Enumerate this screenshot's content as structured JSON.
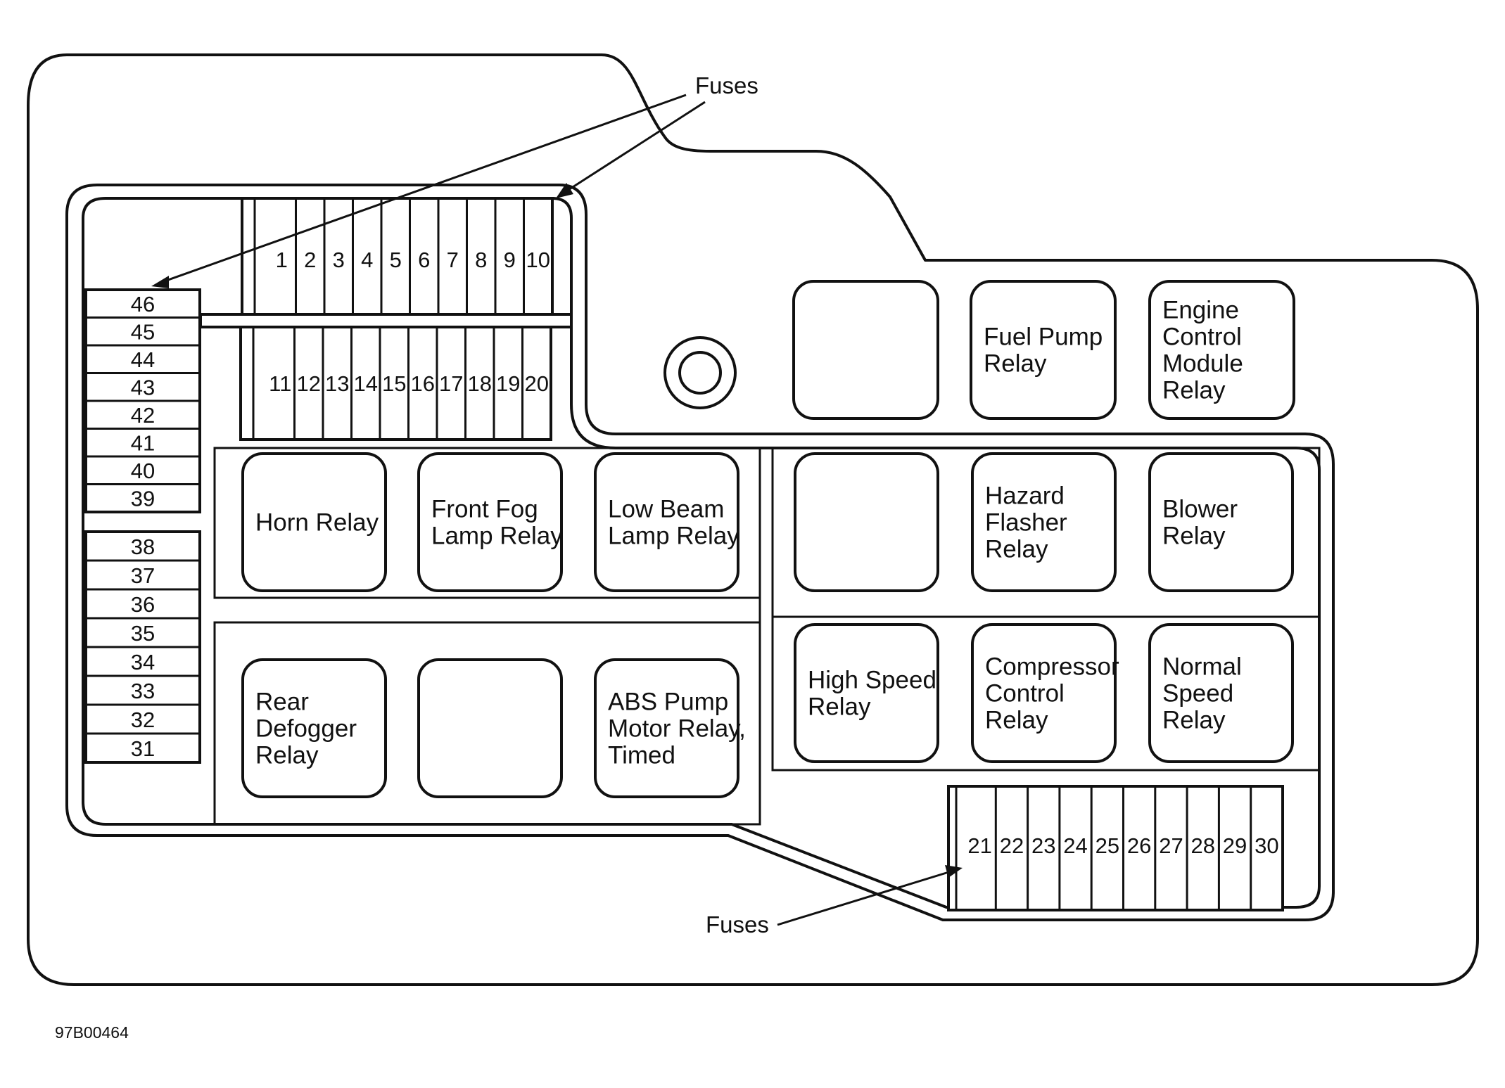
{
  "callouts": {
    "top_fuses": "Fuses",
    "bottom_fuses": "Fuses"
  },
  "figure_code": "97B00464",
  "fuses": {
    "top_row": [
      "1",
      "2",
      "3",
      "4",
      "5",
      "6",
      "7",
      "8",
      "9",
      "10"
    ],
    "second_row": [
      "11",
      "12",
      "13",
      "14",
      "15",
      "16",
      "17",
      "18",
      "19",
      "20"
    ],
    "bottom_row": [
      "21",
      "22",
      "23",
      "24",
      "25",
      "26",
      "27",
      "28",
      "29",
      "30"
    ],
    "left_upper": [
      "46",
      "45",
      "44",
      "43",
      "42",
      "41",
      "40",
      "39"
    ],
    "left_lower": [
      "38",
      "37",
      "36",
      "35",
      "34",
      "33",
      "32",
      "31"
    ]
  },
  "relays": {
    "top_right_blank": [
      ""
    ],
    "fuel_pump": [
      "Fuel Pump",
      "Relay"
    ],
    "engine_control": [
      "Engine",
      "Control",
      "Module",
      "Relay"
    ],
    "horn": [
      "Horn Relay"
    ],
    "front_fog": [
      "Front Fog",
      "Lamp Relay"
    ],
    "low_beam": [
      "Low Beam",
      "Lamp Relay"
    ],
    "right_mid_blank": [
      ""
    ],
    "hazard": [
      "Hazard",
      "Flasher",
      "Relay"
    ],
    "blower": [
      "Blower",
      "Relay"
    ],
    "rear_defogger": [
      "Rear",
      "Defogger",
      "Relay"
    ],
    "left_bottom_blank": [
      ""
    ],
    "abs_pump": [
      "ABS Pump",
      "Motor Relay,",
      "Timed"
    ],
    "high_speed": [
      "High Speed",
      "Relay"
    ],
    "compressor": [
      "Compressor",
      "Control",
      "Relay"
    ],
    "normal_speed": [
      "Normal",
      "Speed",
      "Relay"
    ]
  }
}
